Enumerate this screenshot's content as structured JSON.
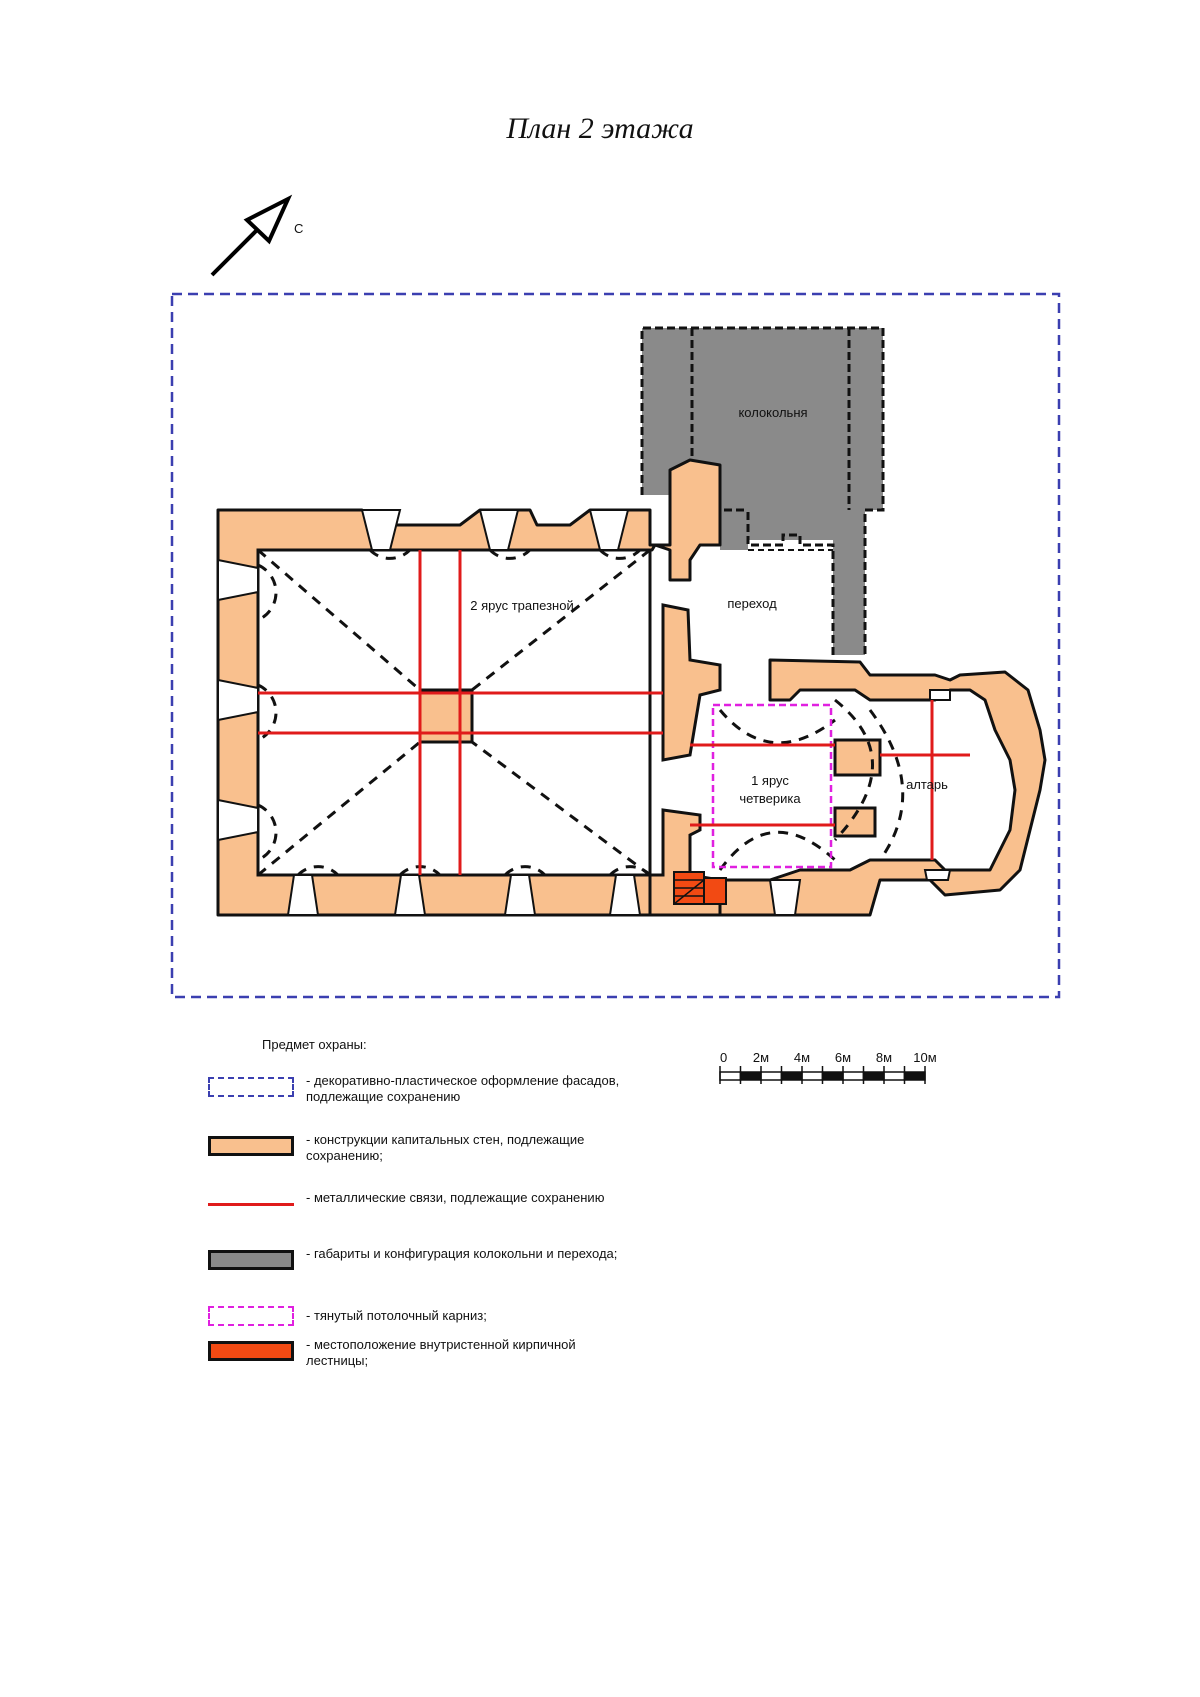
{
  "title": "План 2 этажа",
  "north_marker": "С",
  "labels": {
    "bell_tower": "колокольня",
    "refectory": "2 ярус трапезной",
    "passage": "переход",
    "quadrangle_line1": "1 ярус",
    "quadrangle_line2": "четверика",
    "altar": "алтарь"
  },
  "legend": {
    "heading": "Предмет охраны:",
    "items": [
      {
        "text": "- декоративно-пластическое оформление фасадов, подлежащие сохранению"
      },
      {
        "text": "- конструкции капитальных стен, подлежащие сохранению;"
      },
      {
        "text": "- металлические связи, подлежащие сохранению"
      },
      {
        "text": "- габариты и конфигурация колокольни и перехода;"
      },
      {
        "text": "- тянутый потолочный карниз;"
      },
      {
        "text": "- местоположение внутристенной кирпичной лестницы;"
      }
    ]
  },
  "scale": {
    "ticks": [
      "0",
      "2м",
      "4м",
      "6м",
      "8м",
      "10м"
    ]
  },
  "colors": {
    "walls": "#f9c08e",
    "bell_tower": "#8a8a8a",
    "metal_ties": "#e01b1b",
    "facade_boundary": "#3b3fb0",
    "cornice": "#e020e0",
    "staircase": "#f24a13"
  }
}
